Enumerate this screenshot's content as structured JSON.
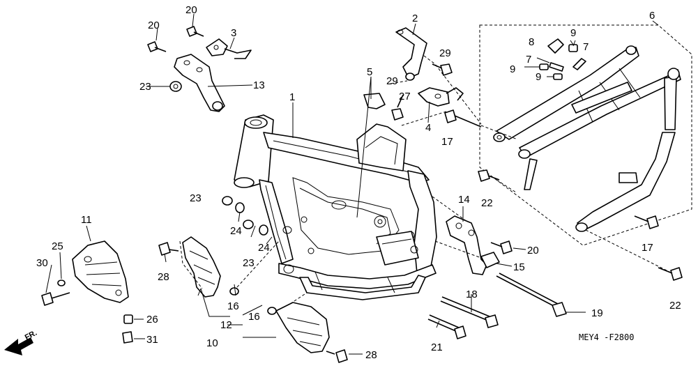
{
  "diagram_code": "MEY4 -F2800",
  "direction_label": "FR.",
  "callouts": [
    {
      "id": "c1",
      "text": "1"
    },
    {
      "id": "c2",
      "text": "2"
    },
    {
      "id": "c3",
      "text": "3"
    },
    {
      "id": "c4",
      "text": "4"
    },
    {
      "id": "c5",
      "text": "5"
    },
    {
      "id": "c6",
      "text": "6"
    },
    {
      "id": "c7a",
      "text": "7"
    },
    {
      "id": "c7b",
      "text": "7"
    },
    {
      "id": "c8",
      "text": "8"
    },
    {
      "id": "c9a",
      "text": "9"
    },
    {
      "id": "c9b",
      "text": "9"
    },
    {
      "id": "c9c",
      "text": "9"
    },
    {
      "id": "c10",
      "text": "10"
    },
    {
      "id": "c11",
      "text": "11"
    },
    {
      "id": "c12",
      "text": "12"
    },
    {
      "id": "c13",
      "text": "13"
    },
    {
      "id": "c14",
      "text": "14"
    },
    {
      "id": "c15",
      "text": "15"
    },
    {
      "id": "c16a",
      "text": "16"
    },
    {
      "id": "c16b",
      "text": "16"
    },
    {
      "id": "c17a",
      "text": "17"
    },
    {
      "id": "c17b",
      "text": "17"
    },
    {
      "id": "c18",
      "text": "18"
    },
    {
      "id": "c19",
      "text": "19"
    },
    {
      "id": "c20a",
      "text": "20"
    },
    {
      "id": "c20b",
      "text": "20"
    },
    {
      "id": "c20c",
      "text": "20"
    },
    {
      "id": "c21",
      "text": "21"
    },
    {
      "id": "c22a",
      "text": "22"
    },
    {
      "id": "c22b",
      "text": "22"
    },
    {
      "id": "c23a",
      "text": "23"
    },
    {
      "id": "c23b",
      "text": "23"
    },
    {
      "id": "c23c",
      "text": "23"
    },
    {
      "id": "c24a",
      "text": "24"
    },
    {
      "id": "c24b",
      "text": "24"
    },
    {
      "id": "c25",
      "text": "25"
    },
    {
      "id": "c26",
      "text": "26"
    },
    {
      "id": "c27",
      "text": "27"
    },
    {
      "id": "c28a",
      "text": "28"
    },
    {
      "id": "c28b",
      "text": "28"
    },
    {
      "id": "c29a",
      "text": "29"
    },
    {
      "id": "c29b",
      "text": "29"
    },
    {
      "id": "c30",
      "text": "30"
    },
    {
      "id": "c31",
      "text": "31"
    }
  ]
}
